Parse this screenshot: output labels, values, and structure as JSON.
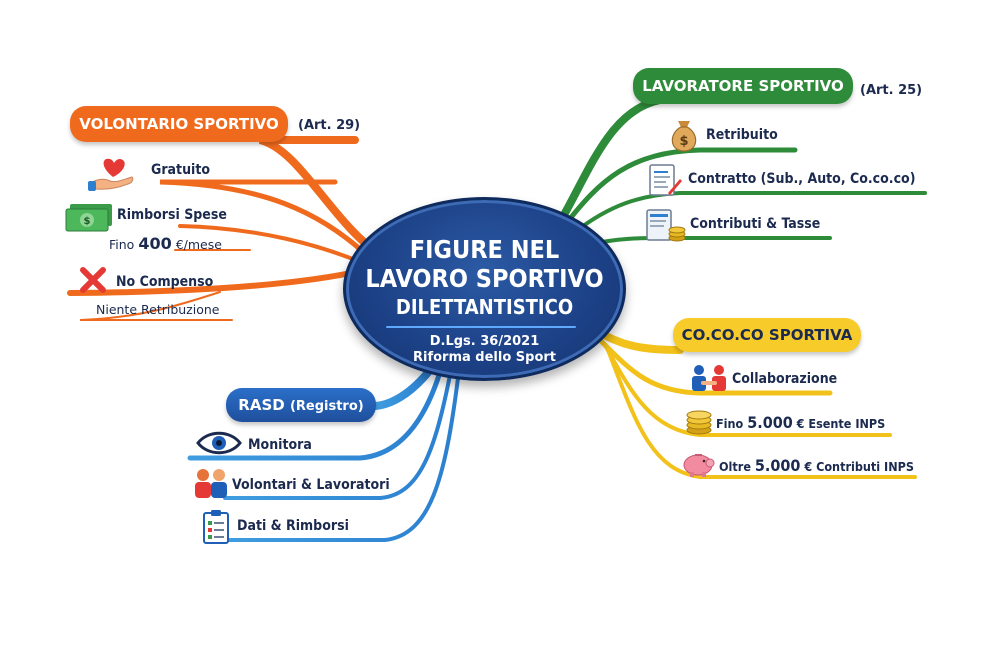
{
  "center": {
    "title_line1": "FIGURE NEL",
    "title_line2": "LAVORO SPORTIVO",
    "title_line3": "DILETTANTISTICO",
    "law": "D.Lgs. 36/2021",
    "subtitle": "Riforma dello Sport"
  },
  "volontario": {
    "title": "VOLONTARIO SPORTIVO",
    "article": "(Art. 29)",
    "color": "#f06a1e",
    "items": [
      {
        "label": "Gratuito",
        "icon": "heart-hand-icon"
      },
      {
        "label": "Rimborsi Spese",
        "icon": "money-icon",
        "note_prefix": "Fino",
        "note_amount": "400",
        "note_suffix": "€/mese"
      },
      {
        "label": "No Compenso",
        "icon": "cross-icon",
        "note": "Niente Retribuzione"
      }
    ]
  },
  "lavoratore": {
    "title": "LAVORATORE SPORTIVO",
    "article": "(Art. 25)",
    "color": "#2e8b3a",
    "items": [
      {
        "label": "Retribuito",
        "icon": "money-bag-icon"
      },
      {
        "label": "Contratto (Sub., Auto, Co.co.co)",
        "icon": "contract-icon"
      },
      {
        "label": "Contributi & Tasse",
        "icon": "tax-icon"
      }
    ]
  },
  "cococo": {
    "title": "CO.CO.CO SPORTIVA",
    "color": "#f2c21b",
    "items": [
      {
        "label": "Collaborazione",
        "icon": "handshake-icon"
      },
      {
        "label_prefix": "Fino",
        "amount": "5.000",
        "label_suffix": "€ Esente INPS",
        "icon": "coins-icon"
      },
      {
        "label_prefix": "Oltre",
        "amount": "5.000",
        "label_suffix": "€ Contributi INPS",
        "icon": "piggy-bank-icon"
      }
    ]
  },
  "rasd": {
    "title": "RASD",
    "title_suffix": "(Registro)",
    "color": "#1f5fb8",
    "items": [
      {
        "label": "Monitora",
        "icon": "eye-icon"
      },
      {
        "label": "Volontari & Lavoratori",
        "icon": "people-icon"
      },
      {
        "label": "Dati & Rimborsi",
        "icon": "checklist-icon"
      }
    ]
  }
}
